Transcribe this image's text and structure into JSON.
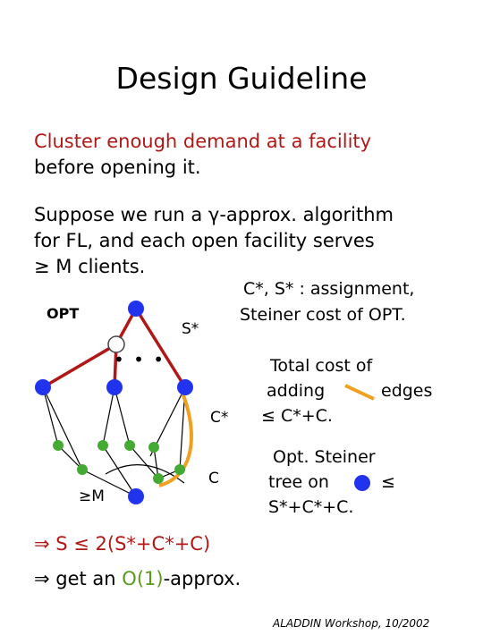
{
  "slide": {
    "title": "Design Guideline",
    "line1": "Cluster enough demand at a facility",
    "line2": "before opening it.",
    "line3": "Suppose we run a γ-approx. algorithm",
    "line4": "for FL, and each open facility serves",
    "line5": "≥ M clients.",
    "note_a": "C*, S* : assignment,",
    "note_b": "Steiner cost of OPT.",
    "diagram": {
      "opt": "OPT",
      "s_star": "S*",
      "c_star": "C*",
      "c": "C",
      "geq_m": "≥M",
      "dots": "• • •"
    },
    "cost_a": "Total cost of",
    "cost_b_pre": "adding",
    "cost_b_post": "edges",
    "cost_c": "≤ C*+C.",
    "stein_a": "Opt. Steiner",
    "stein_b_pre": "tree on",
    "stein_b_post": "≤",
    "stein_c": "S*+C*+C.",
    "result1": "⇒ S ≤ 2(S*+C*+C)",
    "result2_pre": "⇒ get an ",
    "result2_o1": "O(1)",
    "result2_post": "-approx.",
    "footer": "ALADDIN Workshop, 10/2002"
  },
  "colors": {
    "accent_red": "#b01818",
    "node_blue": "#2233ee",
    "node_green": "#44aa33",
    "edge_orange": "#f0a020",
    "text_green": "#5a9a1a"
  }
}
